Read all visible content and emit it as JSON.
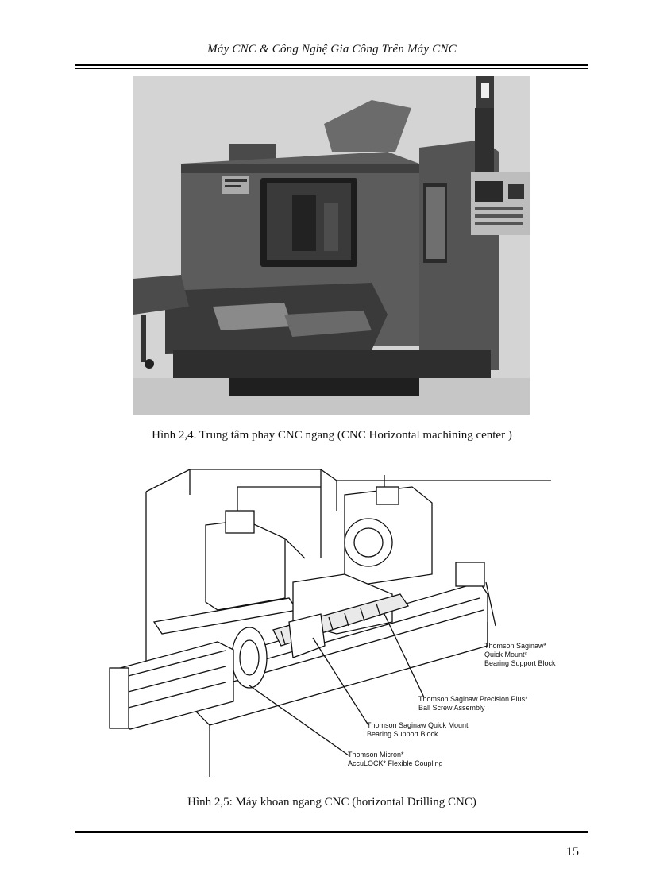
{
  "header": {
    "title": "Máy CNC & Công Nghệ Gia Công Trên Máy CNC"
  },
  "figures": [
    {
      "caption": "Hình 2,4. Trung tâm phay CNC ngang (CNC Horizontal machining center )",
      "icon": "horizontal-machining-center-photo"
    },
    {
      "caption": "Hình 2,5: Máy khoan ngang CNC (horizontal Drilling CNC)",
      "icon": "horizontal-drilling-diagram",
      "callouts": [
        {
          "line1": "Thomson Saginaw*",
          "line2": "Quick Mount*",
          "line3": "Bearing Support Block"
        },
        {
          "line1": "Thomson Saginaw Precision Plus*",
          "line2": "Ball Screw Assembly"
        },
        {
          "line1": "Thomson Saginaw Quick Mount",
          "line2": "Bearing Support Block"
        },
        {
          "line1": "Thomson Micron*",
          "line2": "AccuLOCK* Flexible Coupling"
        }
      ]
    }
  ],
  "footer": {
    "page_number": "15"
  }
}
